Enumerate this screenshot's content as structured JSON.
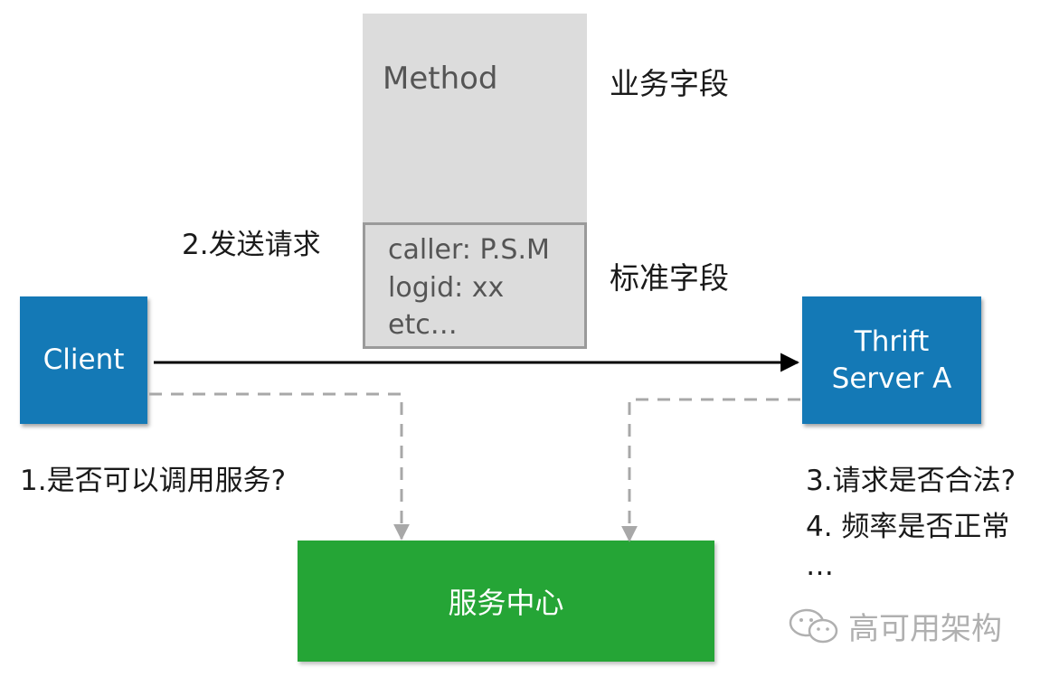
{
  "packet": {
    "business_field": "Method",
    "business_label": "业务字段",
    "standard_lines": [
      "caller: P.S.M",
      "logid: xx",
      "etc…"
    ],
    "standard_label": "标准字段"
  },
  "client": {
    "label": "Client"
  },
  "server": {
    "lines": [
      "Thrift",
      "Server A"
    ]
  },
  "service_center": {
    "label": "服务中心"
  },
  "steps": {
    "step1": "1.是否可以调用服务?",
    "step2": "2.发送请求",
    "step3": "3.请求是否合法?",
    "step4": "4. 频率是否正常",
    "more": "…"
  },
  "watermark": {
    "text": "高可用架构"
  },
  "colors": {
    "node_blue": "#1479b6",
    "service_green": "#25a536",
    "packet_gray": "#dcdcdc",
    "dashed_line": "#a8a8a8"
  }
}
